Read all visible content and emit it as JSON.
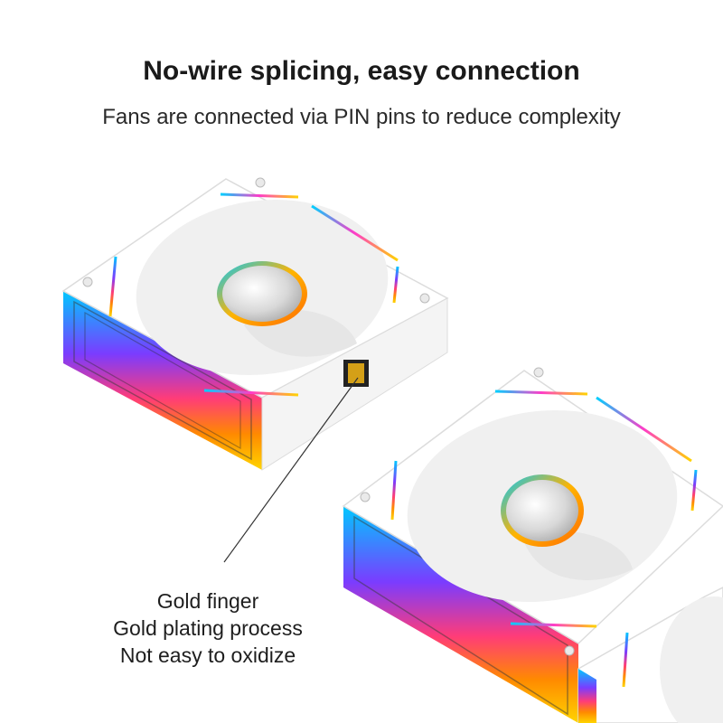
{
  "header": {
    "title": "No-wire splicing, easy connection",
    "subtitle": "Fans are connected via PIN pins to reduce complexity"
  },
  "callout": {
    "line1": "Gold finger",
    "line2": "Gold plating process",
    "line3": "Not easy to oxidize"
  },
  "colors": {
    "frame": "#ffffff",
    "blade": "#f2f2f2",
    "rgb_gradient": [
      "#00c8ff",
      "#7a3cff",
      "#ff3cc8",
      "#ff8a00",
      "#ffd400"
    ],
    "hub": "#cfcfcf",
    "connector_gold": "#d4a017"
  }
}
